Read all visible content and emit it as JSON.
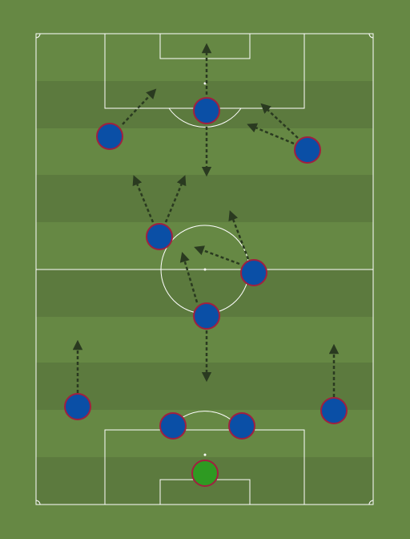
{
  "pitch": {
    "grass_color": "#668844",
    "stripe_light": "#668844",
    "stripe_dark": "#5c7a3e",
    "line_color": "#ffffff"
  },
  "team": {
    "outfield_color": "#0a4fa6",
    "outfield_border": "#a02040",
    "keeper_color": "#2e9a22",
    "keeper_border": "#a02040"
  },
  "arrow_color": "#2a3a20",
  "players": [
    {
      "name": "goalkeeper",
      "role": "keeper"
    },
    {
      "name": "centre-back-left",
      "role": "outfield"
    },
    {
      "name": "centre-back-right",
      "role": "outfield"
    },
    {
      "name": "left-back",
      "role": "outfield"
    },
    {
      "name": "right-back",
      "role": "outfield"
    },
    {
      "name": "defensive-midfielder",
      "role": "outfield"
    },
    {
      "name": "left-midfielder",
      "role": "outfield"
    },
    {
      "name": "right-midfielder",
      "role": "outfield"
    },
    {
      "name": "left-winger",
      "role": "outfield"
    },
    {
      "name": "right-winger",
      "role": "outfield"
    },
    {
      "name": "striker",
      "role": "outfield"
    }
  ]
}
